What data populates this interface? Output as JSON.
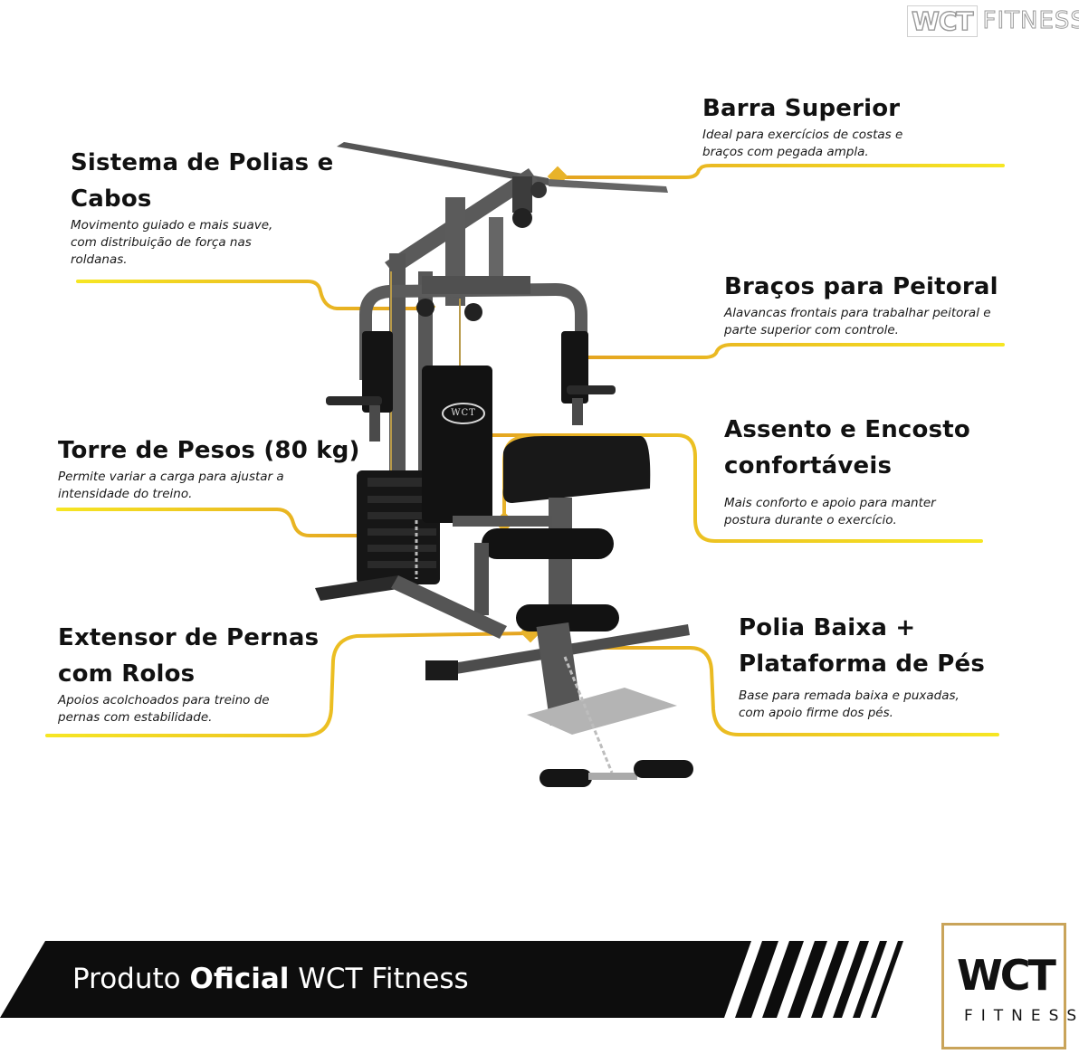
{
  "brand": {
    "logo_word": "WCT",
    "logo_sub": "FITNESS"
  },
  "annotations": [
    {
      "title": "Barra Superior",
      "desc": "Ideal para exercícios de costas e braços com pegada ampla."
    },
    {
      "title": "Sistema de Polias e Cabos",
      "desc": "Movimento guiado e mais suave, com distribuição de força nas roldanas."
    },
    {
      "title": "Braços para Peitoral",
      "desc": "Alavancas frontais para trabalhar peitoral e parte superior com controle."
    },
    {
      "title": "Torre de Pesos (80 kg)",
      "desc": "Permite variar a carga para ajustar a intensidade do treino."
    },
    {
      "title": "Assento e Encosto confortáveis",
      "desc": "Mais conforto e apoio para manter postura durante o exercício."
    },
    {
      "title": "Extensor de Pernas com Rolos",
      "desc": "Apoios acolchoados para treino de pernas com estabilidade."
    },
    {
      "title": "Polia Baixa + Plataforma de Pés",
      "desc": "Base para remada baixa e puxadas, com apoio firme dos pés."
    }
  ],
  "machine_badge": "WCT",
  "banner": {
    "prefix": "Produto",
    "bold": "Oficial",
    "suffix": "WCT Fitness"
  },
  "colors": {
    "accent_gold": "#e8b32a",
    "accent_yellow": "#f5e11c",
    "banner_black": "#0d0d0d",
    "frame_gray": "#4a4a4a",
    "pad_black": "#111111"
  }
}
